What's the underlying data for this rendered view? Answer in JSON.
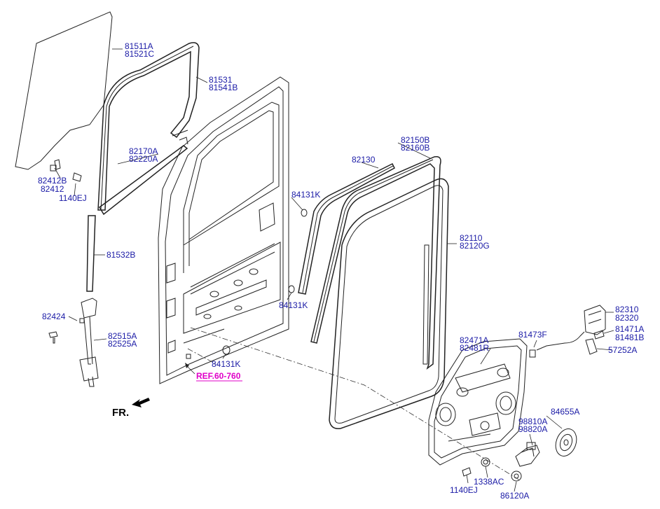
{
  "labels": {
    "l81511A": "81511A",
    "l81521C": "81521C",
    "l81531": "81531",
    "l81541B": "81541B",
    "l82170A": "82170A",
    "l82220A": "82220A",
    "l82412B": "82412B",
    "l82412": "82412",
    "l1140EJ_a": "1140EJ",
    "l81532B": "81532B",
    "l82424": "82424",
    "l82515A": "82515A",
    "l82525A": "82525A",
    "l84131K_a": "84131K",
    "l84131K_b": "84131K",
    "l84131K_c": "84131K",
    "l82130": "82130",
    "l82150B": "82150B",
    "l82160B": "82160B",
    "l82110": "82110",
    "l82120G": "82120G",
    "l82310": "82310",
    "l82320": "82320",
    "l81471A": "81471A",
    "l81481B": "81481B",
    "l57252A": "57252A",
    "l81473F": "81473F",
    "l82471A": "82471A",
    "l82481R": "82481R",
    "l84655A": "84655A",
    "l98810A": "98810A",
    "l98820A": "98820A",
    "l1338AC": "1338AC",
    "l1140EJ_b": "1140EJ",
    "l86120A": "86120A"
  },
  "reference": "REF.60-760",
  "direction": "FR.",
  "colors": {
    "label": "#1a1aa6",
    "reference": "#e000c8",
    "line": "#222222"
  }
}
